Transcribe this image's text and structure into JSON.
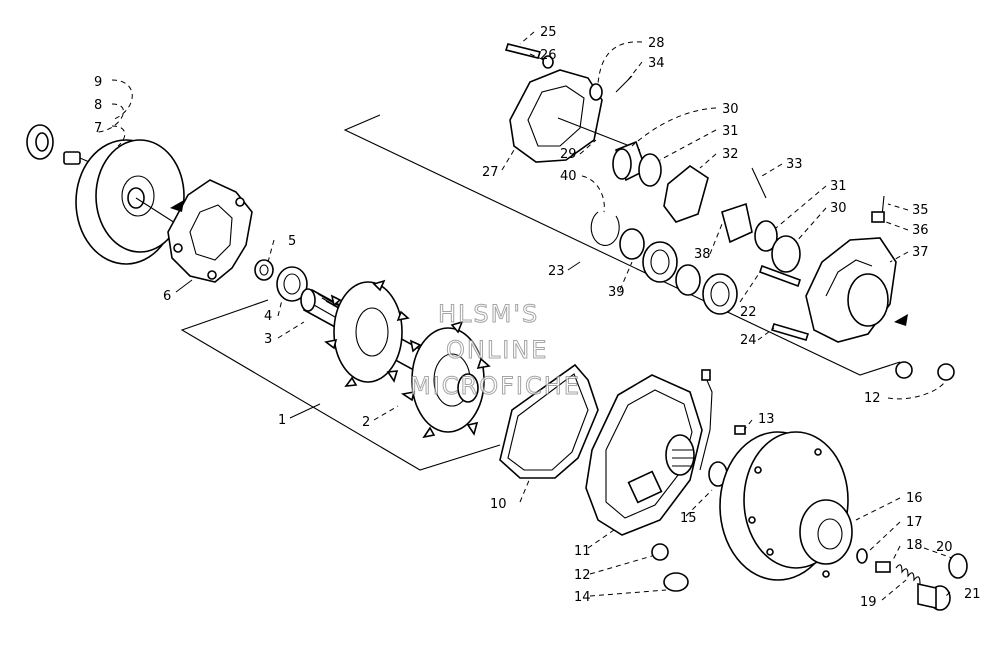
{
  "watermark": {
    "line1": "HLSM'S",
    "line2": "ONLINE",
    "line3": "MICROFICHE"
  },
  "callouts": {
    "n1": "1",
    "n2": "2",
    "n3": "3",
    "n4": "4",
    "n5": "5",
    "n6": "6",
    "n7": "7",
    "n8": "8",
    "n9": "9",
    "n10": "10",
    "n11": "11",
    "n12a": "12",
    "n12b": "12",
    "n13": "13",
    "n14": "14",
    "n15": "15",
    "n16": "16",
    "n17": "17",
    "n18": "18",
    "n19": "19",
    "n20": "20",
    "n21": "21",
    "n22": "22",
    "n23": "23",
    "n24": "24",
    "n25": "25",
    "n26": "26",
    "n27": "27",
    "n28": "28",
    "n29": "29",
    "n30a": "30",
    "n30b": "30",
    "n31a": "31",
    "n31b": "31",
    "n32": "32",
    "n33": "33",
    "n34": "34",
    "n35": "35",
    "n36": "36",
    "n37": "37",
    "n38": "38",
    "n39": "39",
    "n40": "40"
  }
}
